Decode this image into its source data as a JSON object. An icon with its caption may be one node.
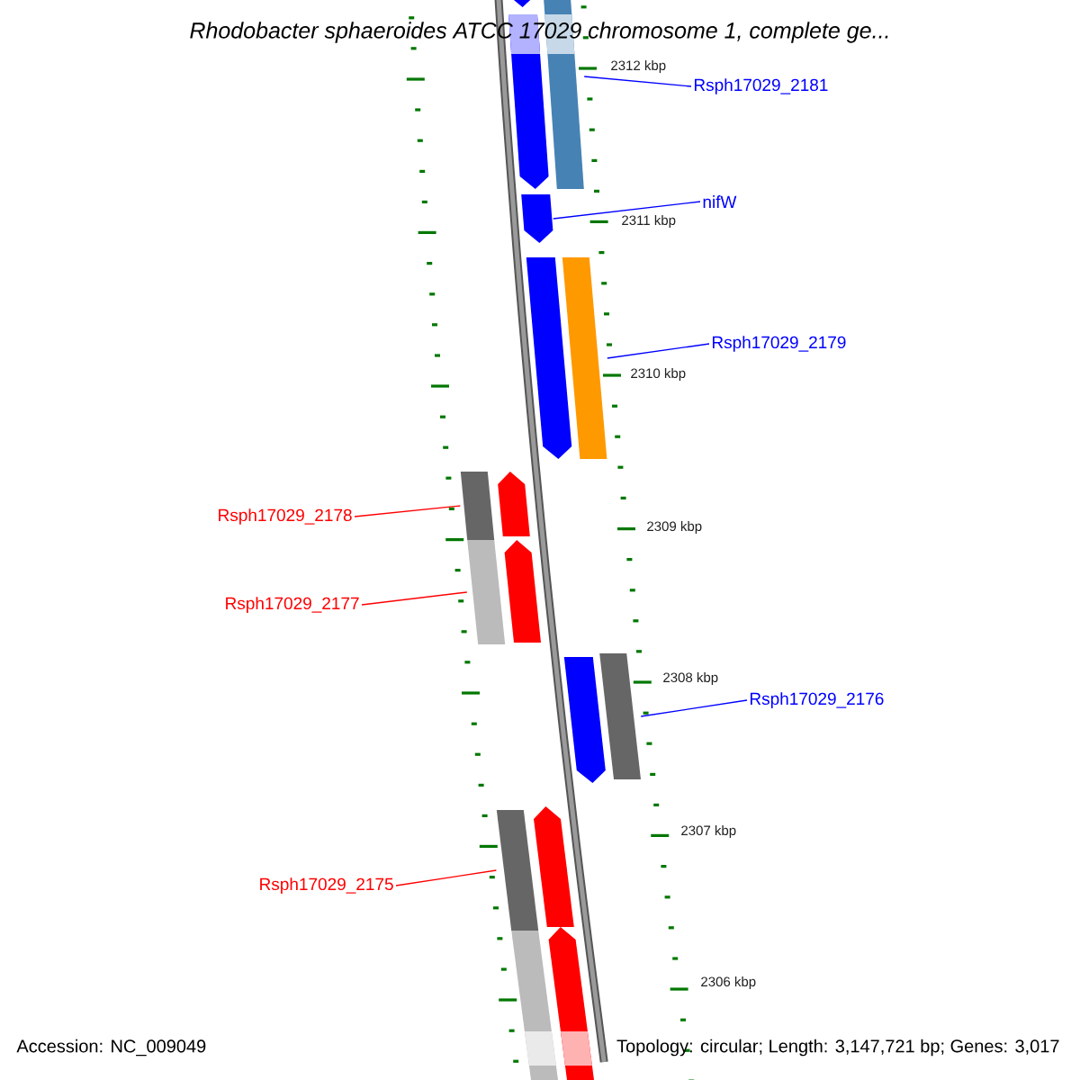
{
  "diagram": {
    "title": "Rhodobacter sphaeroides ATCC 17029 chromosome 1, complete ge...",
    "nodes": [
      {
        "text": [
          "Rsph17029_2181"
        ]
      },
      {
        "text": [
          "nifW"
        ]
      },
      {
        "text": [
          "Rsph17029_2179"
        ]
      },
      {
        "text": [
          "Rsph17029_2178"
        ]
      },
      {
        "text": [
          "Rsph17029_2177"
        ]
      },
      {
        "text": [
          "Rsph17029_2176"
        ]
      },
      {
        "text": [
          "Rsph17029_2175"
        ]
      },
      {
        "text": [],
        "shape": "bar"
      },
      {
        "text": [],
        "shape": "bar"
      },
      {
        "text": [],
        "shape": "bar"
      },
      {
        "text": [],
        "shape": "bar"
      },
      {
        "text": [],
        "shape": "bar"
      },
      {
        "text": [],
        "shape": "bar"
      },
      {
        "text": [],
        "shape": "bar"
      },
      {
        "text": [],
        "shape": "bar"
      },
      {
        "text": [],
        "shape": "bar"
      },
      {
        "text": [],
        "shape": "bar"
      },
      {
        "text": [],
        "shape": "bar"
      },
      {
        "text": [],
        "shape": "bar"
      },
      {
        "text": [],
        "shape": "bar"
      },
      {
        "text": [],
        "shape": "bar"
      },
      {
        "text": [],
        "shape": "bar"
      },
      {
        "text": [],
        "shape": "bar"
      }
    ],
    "edges": [
      {
        "from": 0,
        "to": 9,
        "arrow": "none"
      },
      {
        "from": 1,
        "to": 10,
        "arrow": "none"
      },
      {
        "from": 2,
        "to": 12,
        "arrow": "none"
      },
      {
        "from": 3,
        "to": 13,
        "arrow": "none",
        "color": "#ff0000"
      },
      {
        "from": 4,
        "to": 15,
        "arrow": "none",
        "color": "#ff0000"
      },
      {
        "from": 5,
        "to": 18,
        "arrow": "none"
      },
      {
        "from": 6,
        "to": 19,
        "arrow": "none",
        "color": "#ff0000"
      }
    ],
    "labels": [
      "2312 kbp",
      "2311 kbp",
      "2310 kbp",
      "2309 kbp",
      "2308 kbp",
      "2307 kbp",
      "2306 kbp",
      "Accession: NC_009049",
      "Topology: circular; Length: 3,147,721 bp; Genes: 3,017"
    ]
  }
}
